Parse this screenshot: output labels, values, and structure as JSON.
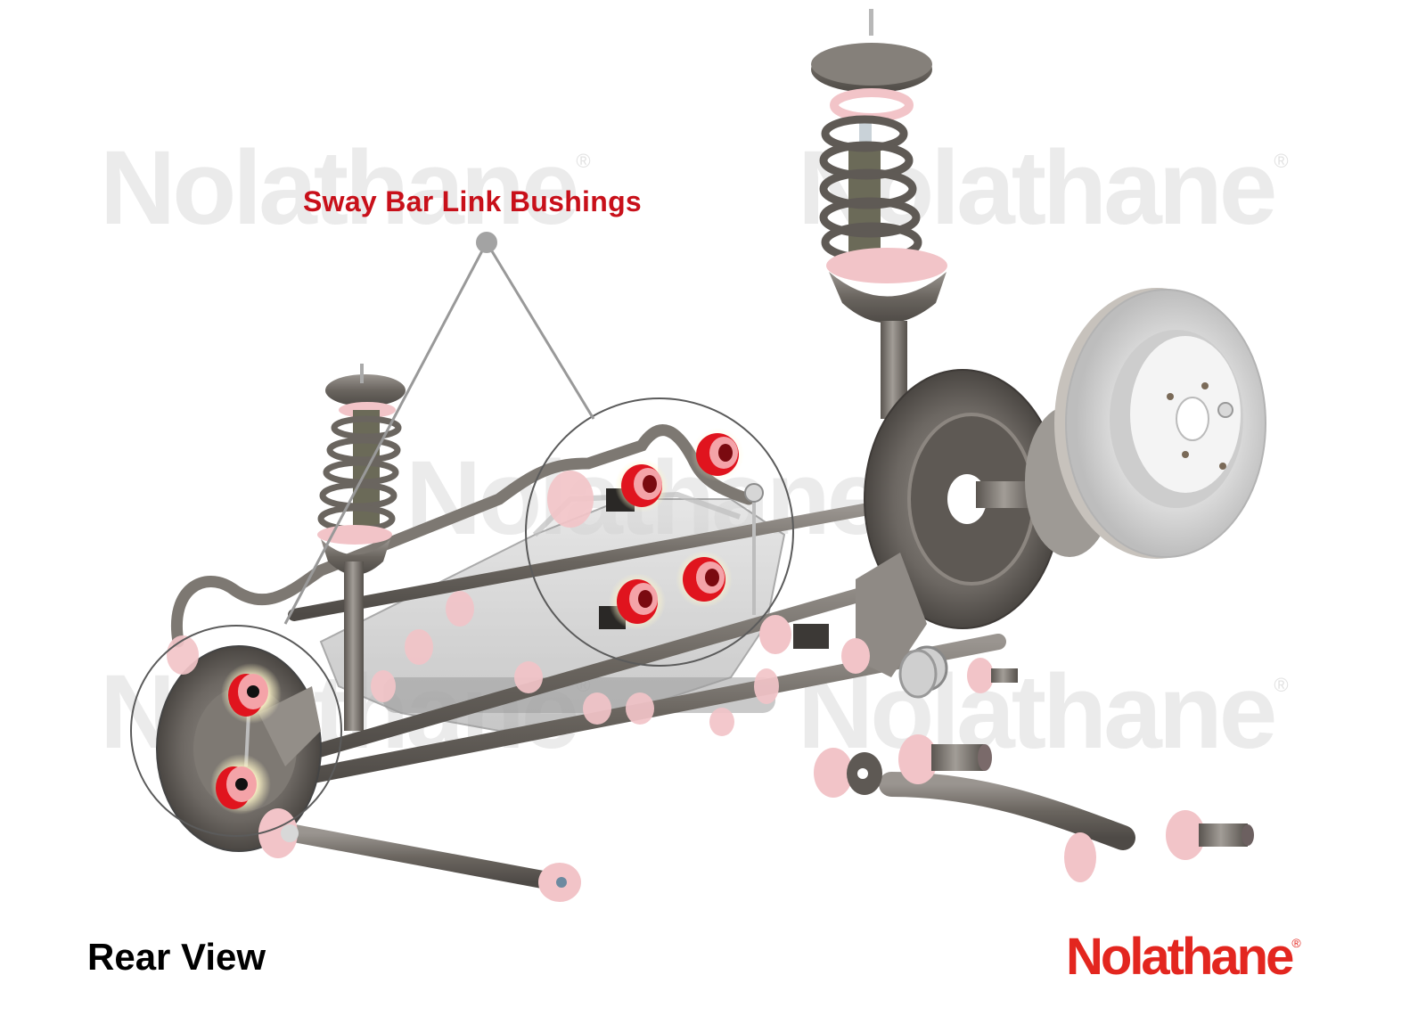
{
  "diagram": {
    "title": "Sway Bar Link Bushings",
    "view_label": "Rear View",
    "brand": {
      "name": "Nolathane",
      "registered_mark": "®",
      "color": "#e3261f"
    },
    "watermarks": [
      {
        "text": "Nolathane",
        "mark": "®"
      },
      {
        "text": "Nolathane",
        "mark": "®"
      },
      {
        "text": "Nolathane",
        "mark": "®"
      },
      {
        "text": "Nolathane",
        "mark": "®"
      },
      {
        "text": "Nolathane",
        "mark": "®"
      }
    ],
    "colors": {
      "callout_text": "#c8101a",
      "highlight_bushing": "#e0141e",
      "standard_bushing": "#f2c4c8",
      "metal": "#6e6a66",
      "leader_line": "#999999"
    },
    "callouts": [
      {
        "label": "Sway Bar Link Bushings",
        "targets": [
          "center-link-bushing-group",
          "left-link-bushing-group"
        ]
      }
    ],
    "components": [
      "rear-strut-left",
      "rear-strut-right",
      "coil-spring-left",
      "coil-spring-right",
      "sway-bar",
      "sway-bar-link-left",
      "sway-bar-link-right",
      "subframe",
      "brake-rotor",
      "brake-backing-plate",
      "knuckle",
      "trailing-arm",
      "lower-control-arm",
      "lateral-link"
    ]
  }
}
